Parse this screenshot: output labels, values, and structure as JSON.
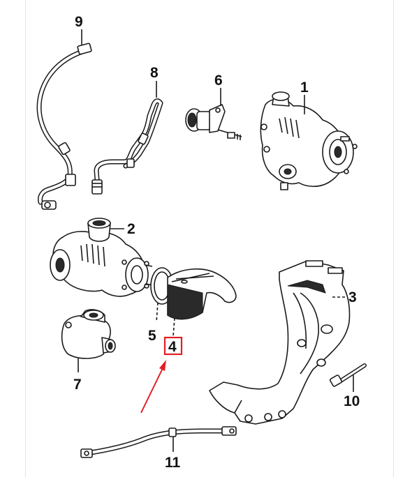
{
  "callouts": [
    {
      "id": "1",
      "label": "1"
    },
    {
      "id": "2",
      "label": "2"
    },
    {
      "id": "3",
      "label": "3"
    },
    {
      "id": "4",
      "label": "4",
      "highlighted": true
    },
    {
      "id": "5",
      "label": "5"
    },
    {
      "id": "6",
      "label": "6"
    },
    {
      "id": "7",
      "label": "7"
    },
    {
      "id": "8",
      "label": "8"
    },
    {
      "id": "9",
      "label": "9"
    },
    {
      "id": "10",
      "label": "10"
    },
    {
      "id": "11",
      "label": "11"
    }
  ],
  "colors": {
    "highlight_box": "#e31e24",
    "arrow": "#e31e24",
    "line_art": "#1a1a1a"
  }
}
